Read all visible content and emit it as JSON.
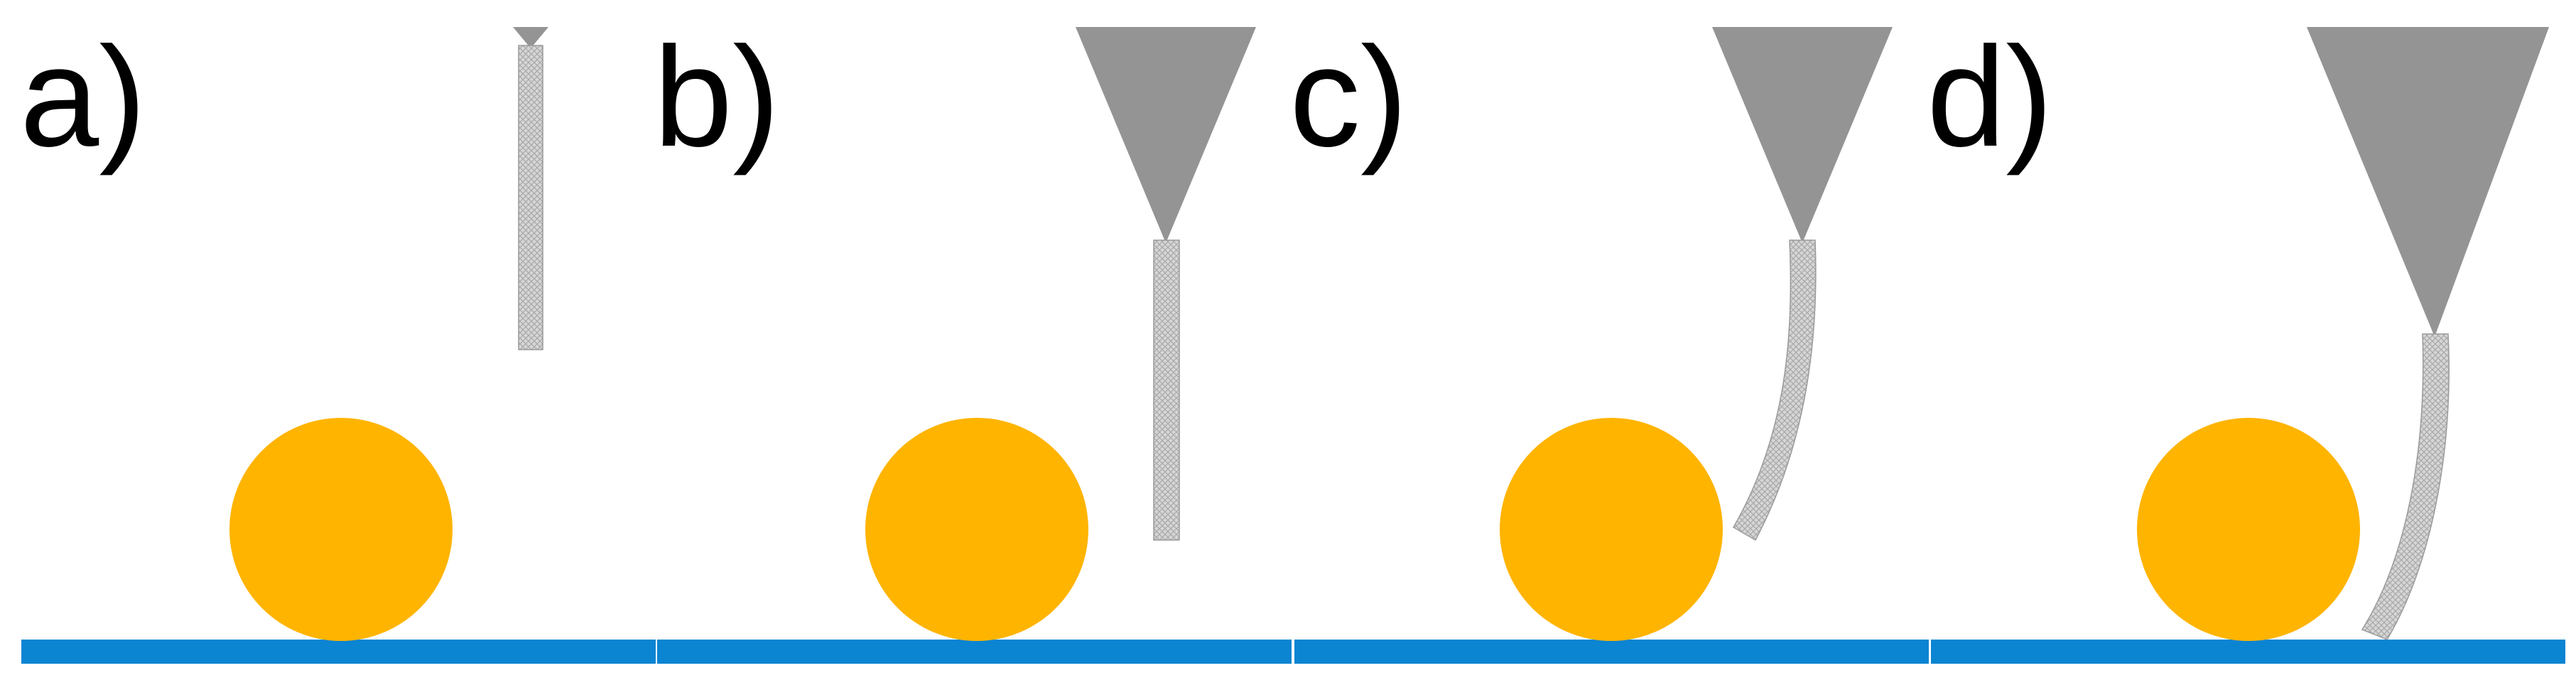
{
  "colors": {
    "substrate": "#0B84D2",
    "particle": "#FFB400",
    "tip": "#949494",
    "fiber": "#D2D2D2",
    "fiber_stroke": "#9A9A9A",
    "background": "#FFFFFF"
  },
  "panels": [
    {
      "id": "a",
      "label": "a)"
    },
    {
      "id": "b",
      "label": "b)"
    },
    {
      "id": "c",
      "label": "c)"
    },
    {
      "id": "d",
      "label": "d)"
    }
  ]
}
